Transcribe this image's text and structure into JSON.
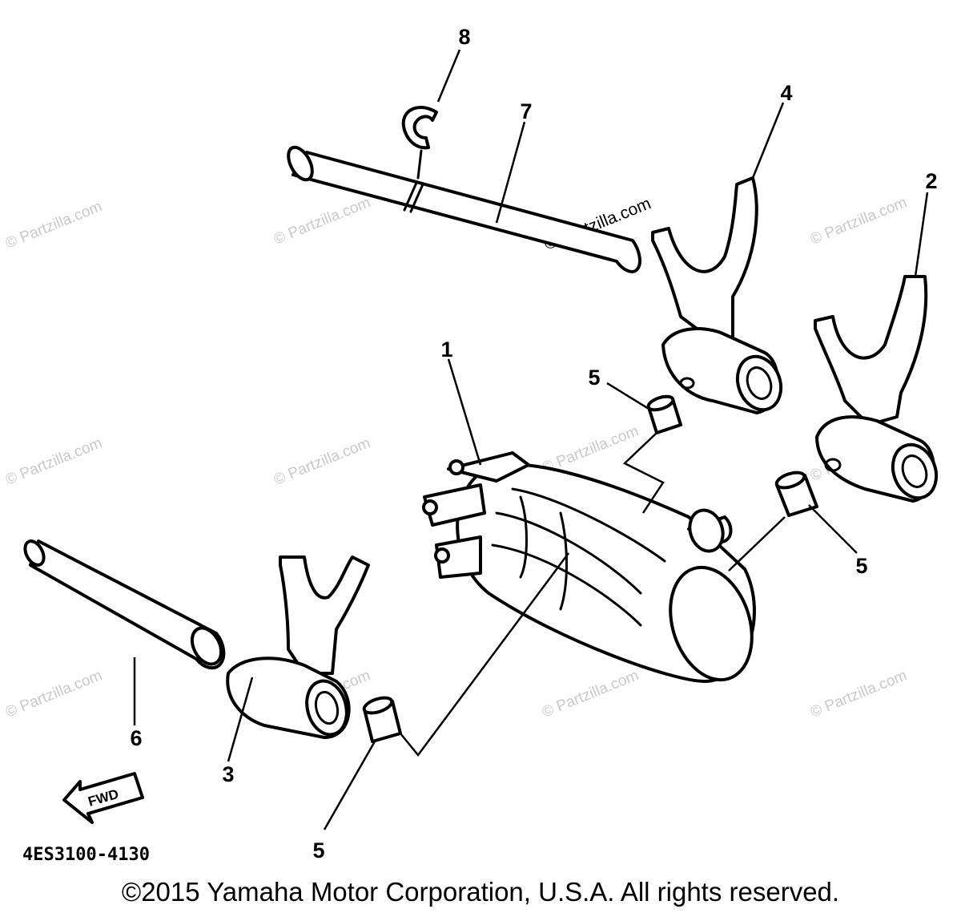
{
  "watermark": "© Partzilla.com",
  "callouts": {
    "c1": "1",
    "c2": "2",
    "c3": "3",
    "c4": "4",
    "c5a": "5",
    "c5b": "5",
    "c5c": "5",
    "c6": "6",
    "c7": "7",
    "c8": "8"
  },
  "part_code": "4ES3100-4130",
  "fwd_label": "FWD",
  "copyright": "©2015 Yamaha Motor Corporation, U.S.A. All rights reserved."
}
